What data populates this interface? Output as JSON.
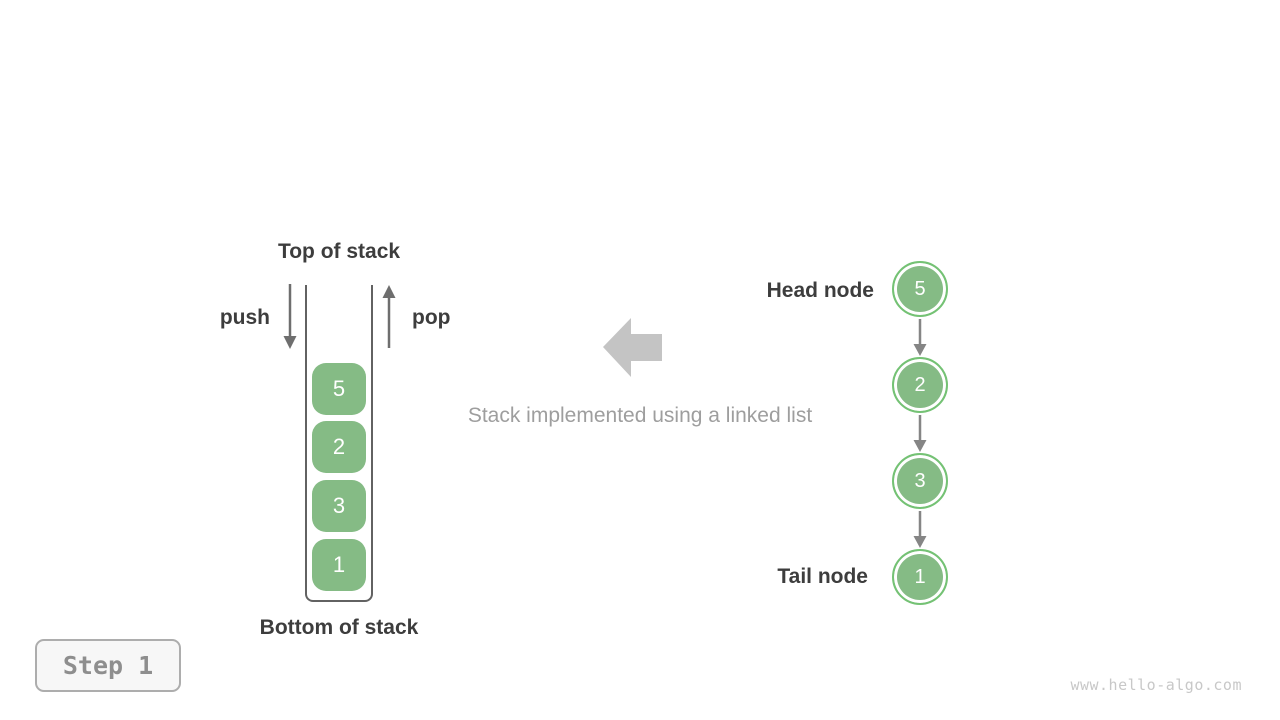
{
  "figure": {
    "caption": "Stack implemented using a linked list",
    "watermark": "www.hello-algo.com",
    "step_badge": "Step 1"
  },
  "stack": {
    "top_label": "Top of stack",
    "bottom_label": "Bottom of stack",
    "push_label": "push",
    "pop_label": "pop",
    "items": [
      "5",
      "2",
      "3",
      "1"
    ]
  },
  "linked_list": {
    "head_label": "Head node",
    "tail_label": "Tail node",
    "nodes": [
      "5",
      "2",
      "3",
      "1"
    ]
  },
  "icons": {
    "push_arrow": "arrow-down",
    "pop_arrow": "arrow-up",
    "link_arrow": "arrow-down",
    "direction_arrow": "arrow-left"
  },
  "colors": {
    "node_fill": "#85bb85",
    "node_ring": "#74c274",
    "container_border": "#626262",
    "small_arrow": "#6e6e6e",
    "link_arrow": "#858585",
    "big_arrow": "#c4c4c4",
    "label_dark": "#3d3d3d",
    "caption_gray": "#9e9e9e",
    "step_text": "#8e8e8e",
    "watermark_gray": "#c8c8c8"
  }
}
